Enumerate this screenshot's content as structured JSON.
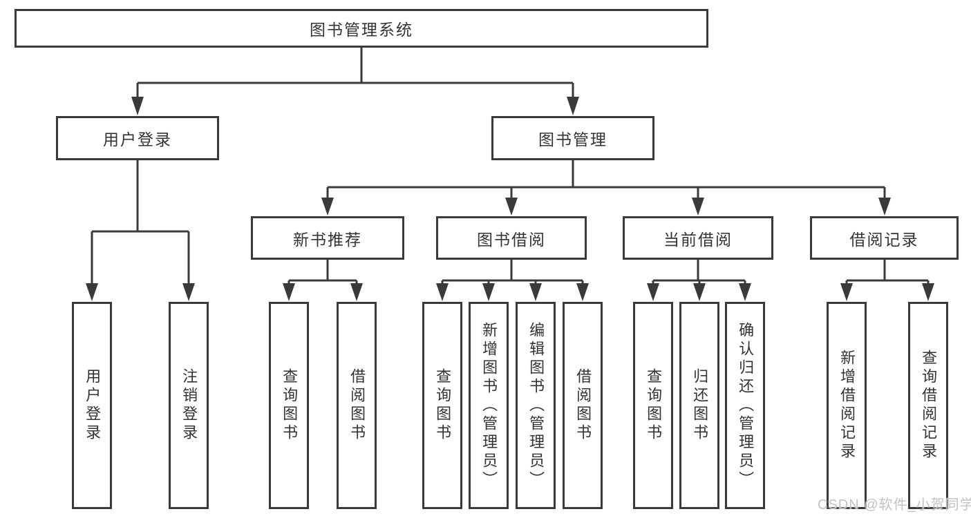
{
  "colors": {
    "line": "#3a3a3a",
    "text": "#333333",
    "watermark": "#c2c2c2",
    "background": "#ffffff"
  },
  "diagram": {
    "root": "图书管理系统",
    "modules": {
      "user_login": "用户登录",
      "book_mgmt": "图书管理"
    },
    "submodules": {
      "new_book": "新书推荐",
      "borrow": "图书借阅",
      "current": "当前借阅",
      "records": "借阅记录"
    },
    "leaves": {
      "user_login_1": "用户登录",
      "user_login_2": "注销登录",
      "new_book_1": "查询图书",
      "new_book_2": "借阅图书",
      "borrow_1": "查询图书",
      "borrow_2": "新增图书（管理员）",
      "borrow_3": "编辑图书（管理员）",
      "borrow_4": "借阅图书",
      "current_1": "查询图书",
      "current_2": "归还图书",
      "current_3": "确认归还（管理员）",
      "records_1": "新增借阅记录",
      "records_2": "查询借阅记录"
    },
    "watermark": "CSDN @软件_小贺同学"
  }
}
